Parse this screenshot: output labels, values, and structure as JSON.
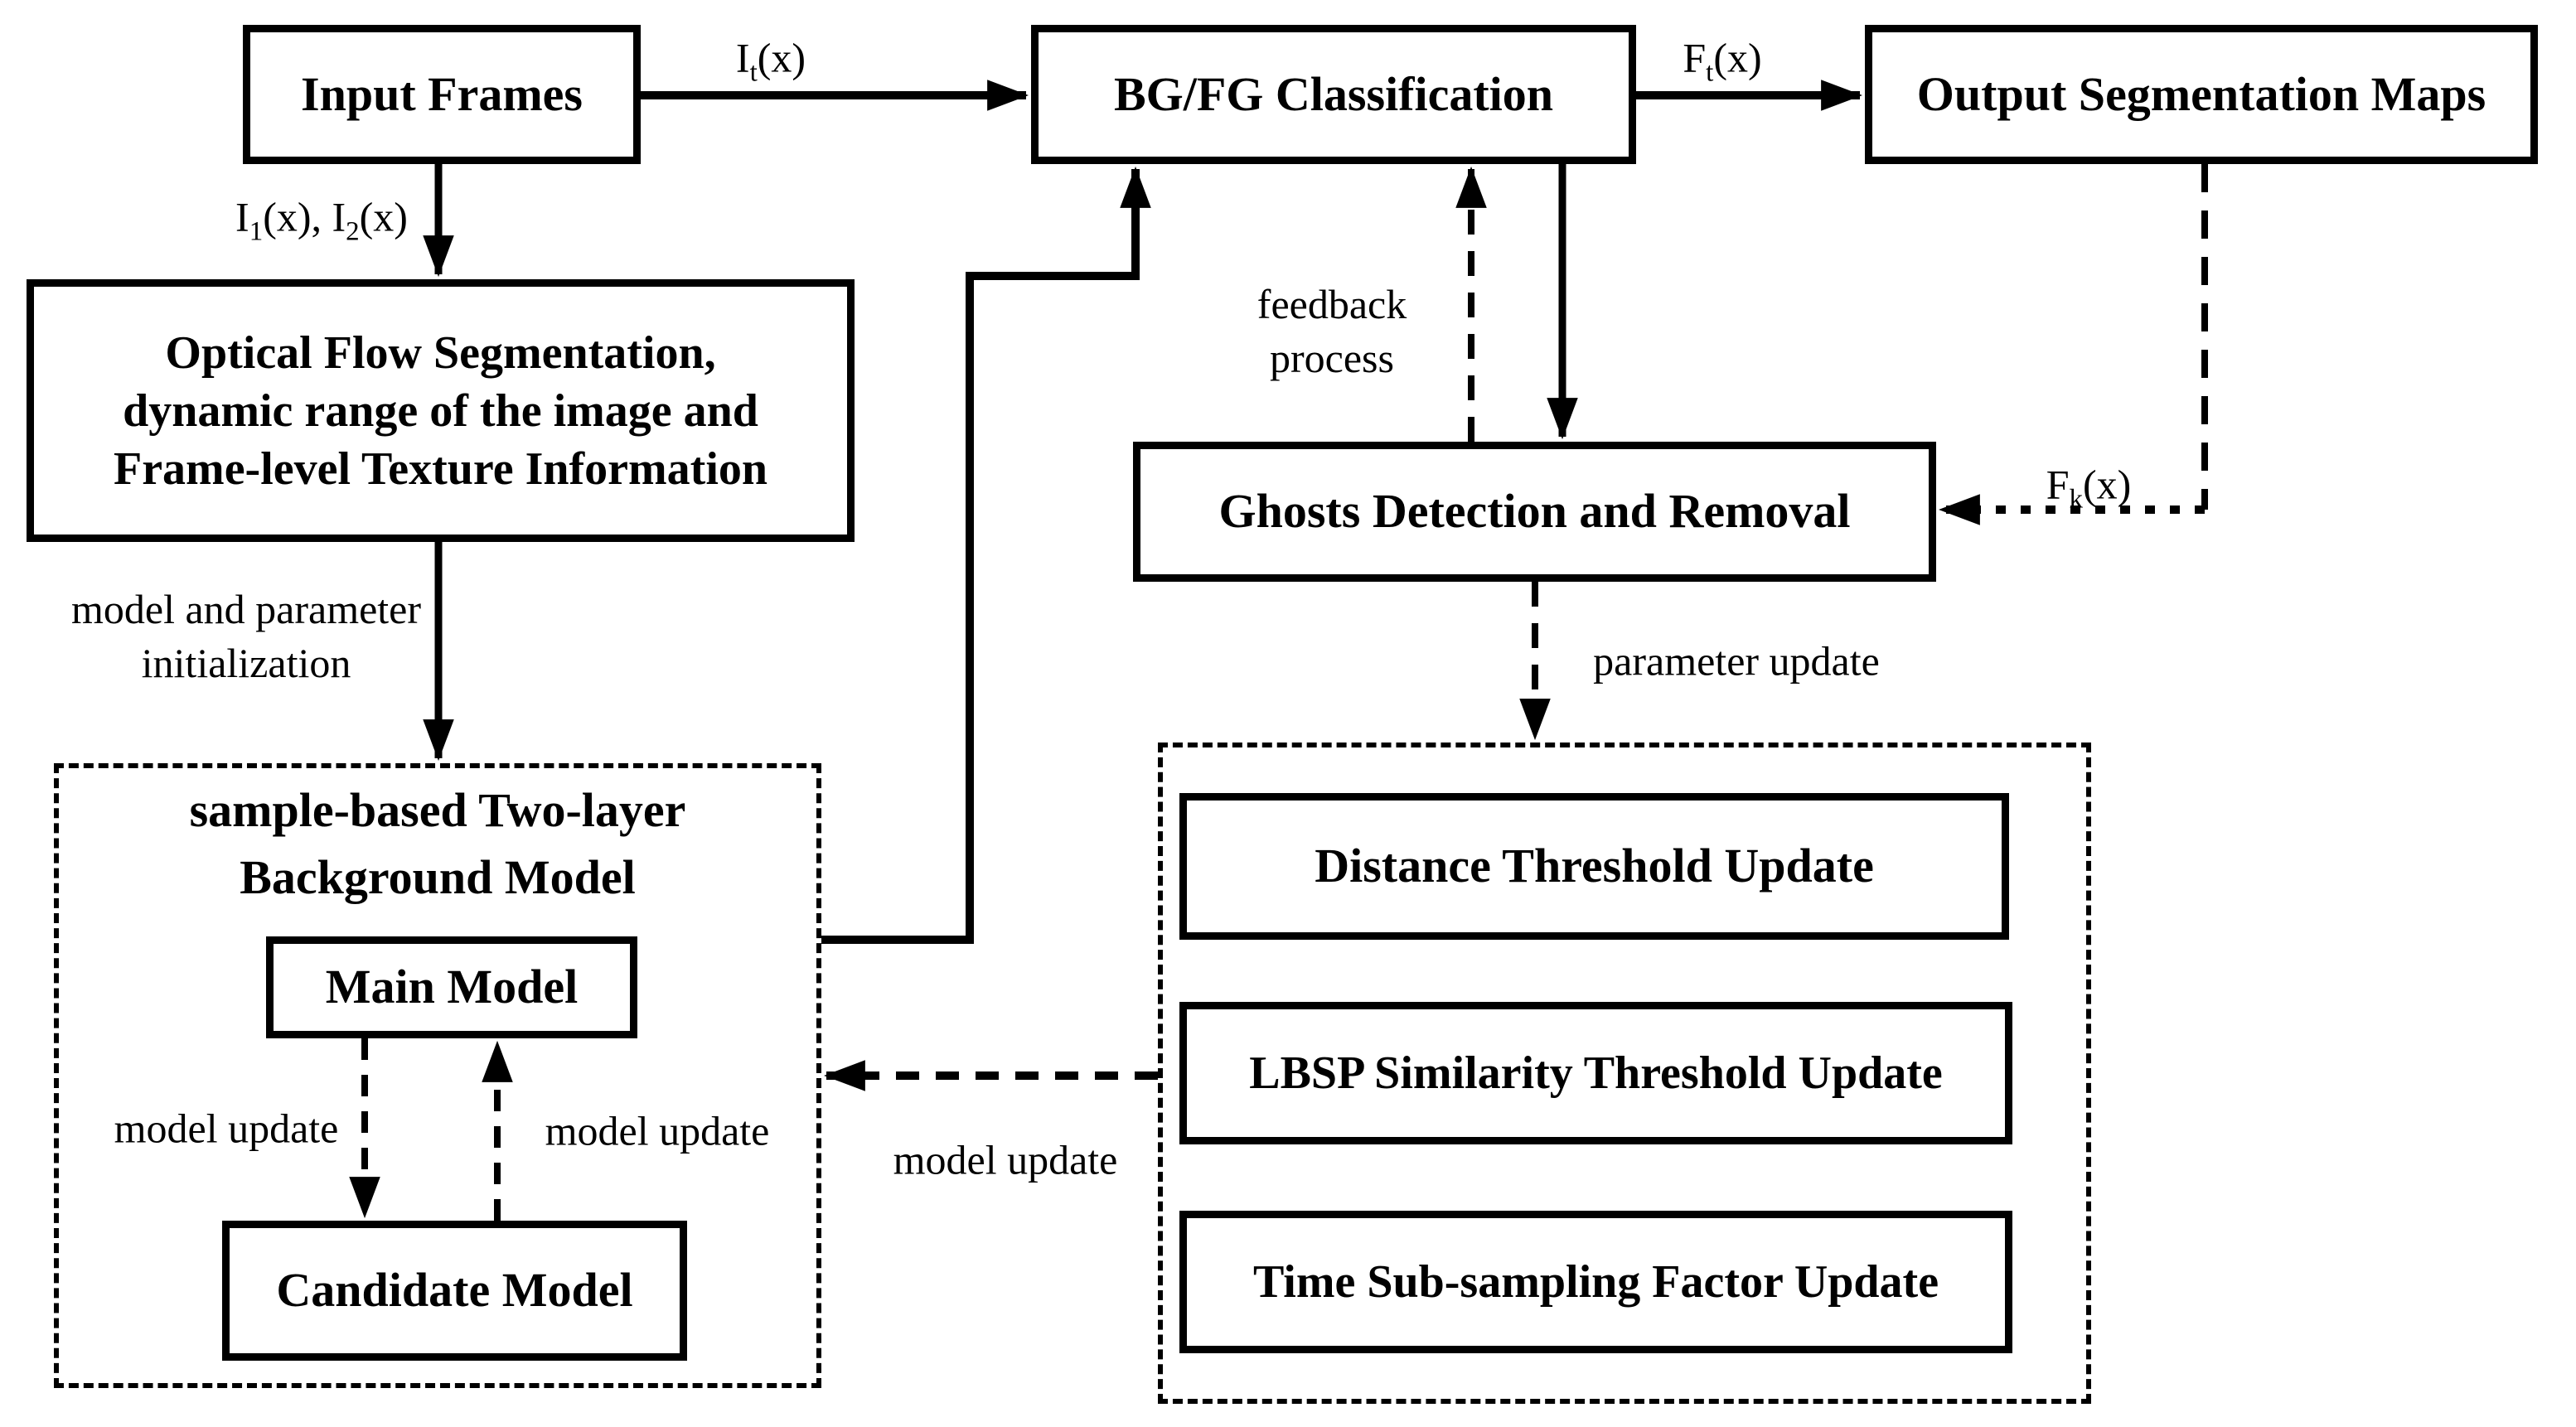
{
  "diagram": {
    "colors": {
      "ink": "#000000",
      "background": "#ffffff"
    },
    "nodes": {
      "input_frames": {
        "label": "Input Frames"
      },
      "bgfg": {
        "label": "BG/FG Classification"
      },
      "output_maps": {
        "label": "Output Segmentation Maps"
      },
      "optical_flow": {
        "line1": "Optical Flow Segmentation,",
        "line2": "dynamic range of the image and",
        "line3": "Frame-level Texture Information"
      },
      "ghosts": {
        "label": "Ghosts Detection and Removal"
      },
      "background_model_group": {
        "line1": "sample-based Two-layer",
        "line2": "Background Model"
      },
      "main_model": {
        "label": "Main Model"
      },
      "candidate_model": {
        "label": "Candidate Model"
      },
      "distance_threshold": {
        "label": "Distance Threshold Update"
      },
      "lbsp_threshold": {
        "label": "LBSP Similarity Threshold Update"
      },
      "time_subsampling": {
        "label": "Time Sub-sampling Factor Update"
      }
    },
    "edge_labels": {
      "it": {
        "pre": "I",
        "sub": "t",
        "post": "(x)"
      },
      "ft": {
        "pre": "F",
        "sub": "t",
        "post": "(x)"
      },
      "fk": {
        "pre": "F",
        "sub": "k",
        "post": "(x)"
      },
      "i12": {
        "pre": "I",
        "sub1": "1",
        "mid": "(x), I",
        "sub2": "2",
        "post": "(x)"
      },
      "model_param_init": {
        "line1": "model and parameter",
        "line2": "initialization"
      },
      "feedback": {
        "line1": "feedback",
        "line2": "process"
      },
      "parameter_update": "parameter update",
      "model_update_left": "model update",
      "model_update_right": "model update",
      "model_update_center": "model update"
    }
  }
}
